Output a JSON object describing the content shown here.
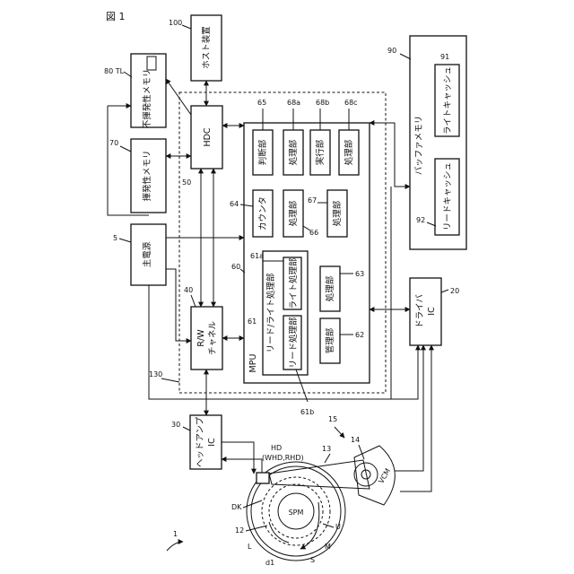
{
  "figure_label": "図 1",
  "refs": {
    "r1": "1",
    "r5": "5",
    "r12": "12",
    "r13": "13",
    "r14": "14",
    "r15": "15",
    "r20": "20",
    "r30": "30",
    "r40": "40",
    "r50": "50",
    "r60": "60",
    "r61": "61",
    "r61a": "61a",
    "r61b": "61b",
    "r62": "62",
    "r63": "63",
    "r64": "64",
    "r65": "65",
    "r66": "66",
    "r67": "67",
    "r68a": "68a",
    "r68b": "68b",
    "r68c": "68c",
    "r70": "70",
    "r80": "80 TL",
    "r90": "90",
    "r91": "91",
    "r92": "92",
    "r100": "100",
    "r130": "130",
    "dk": "DK",
    "hd": "HD",
    "hd_sub": "(WHD,RHD)",
    "d1": "d1",
    "s": "S",
    "m": "M",
    "u": "U",
    "l": "L"
  },
  "blocks": {
    "host": "ホスト装置",
    "nonvolatile": "不揮発性メモリ",
    "volatile": "揮発性メモリ",
    "hdc": "HDC",
    "power": "主電源",
    "rw_line1": "R/W",
    "rw_line2": "チャネル",
    "headamp_line1": "ヘッドアンプ",
    "headamp_line2": "IC",
    "mpu": "MPU",
    "judge": "判断部",
    "proc68a": "処理部",
    "exec": "実行部",
    "proc68c": "処理部",
    "counter": "カウンタ",
    "proc66": "処理部",
    "proc67": "処理部",
    "rw_proc": "リード/ライト処理部",
    "write_proc": "ライト処理部",
    "read_proc": "リード処理部",
    "proc63": "処理部",
    "manage": "管理部",
    "buffer": "バッファメモリ",
    "write_cache": "ライトキャッシュ",
    "read_cache": "リードキャッシュ",
    "driver_line1": "ドライバ",
    "driver_line2": "IC",
    "vcm": "VCM",
    "spm": "SPM"
  }
}
